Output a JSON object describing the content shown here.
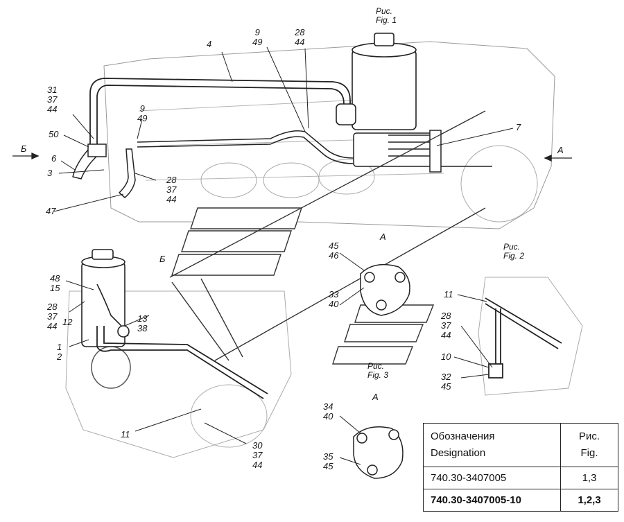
{
  "figure_labels": [
    {
      "id": "fig1",
      "ru": "Рис.",
      "en": "Fig.",
      "num": "1"
    },
    {
      "id": "fig2",
      "ru": "Рис.",
      "en": "Fig.",
      "num": "2"
    },
    {
      "id": "fig3",
      "ru": "Рис.",
      "en": "Fig.",
      "num": "3"
    }
  ],
  "view_labels": {
    "b_left": "Б",
    "a_right": "А",
    "b_mid": "Б",
    "a_mid": "А",
    "a_bottom": "А"
  },
  "callouts": {
    "c4": "4",
    "c9_49_top": [
      "9",
      "49"
    ],
    "c28_44_top": [
      "28",
      "44"
    ],
    "c31": [
      "31",
      "37",
      "44"
    ],
    "c9_49_left": [
      "9",
      "49"
    ],
    "c50": "50",
    "c6": "6",
    "c3": "3",
    "c47": "47",
    "c28_37_44_a": [
      "28",
      "37",
      "44"
    ],
    "c7": "7",
    "c45_46": [
      "45",
      "46"
    ],
    "c33_40": [
      "33",
      "40"
    ],
    "c48_15": [
      "48",
      "15"
    ],
    "c28_37_44_b": [
      "28",
      "37",
      "44"
    ],
    "c12": "12",
    "c13_38": [
      "13",
      "38"
    ],
    "c1_2": [
      "1",
      "2"
    ],
    "c11_left": "11",
    "c30": [
      "30",
      "37",
      "44"
    ],
    "c11_right": "11",
    "c28_37_44_c": [
      "28",
      "37",
      "44"
    ],
    "c10": "10",
    "c32_45": [
      "32",
      "45"
    ],
    "c34_40": [
      "34",
      "40"
    ],
    "c35_45": [
      "35",
      "45"
    ]
  },
  "designation_table": {
    "header": {
      "designation_ru": "Обозначения",
      "designation_en": "Designation",
      "fig_ru": "Рис.",
      "fig_en": "Fig."
    },
    "rows": [
      {
        "designation": "740.30-3407005",
        "figs": "1,3"
      },
      {
        "designation": "740.30-3407005-10",
        "figs": "1,2,3"
      }
    ]
  }
}
